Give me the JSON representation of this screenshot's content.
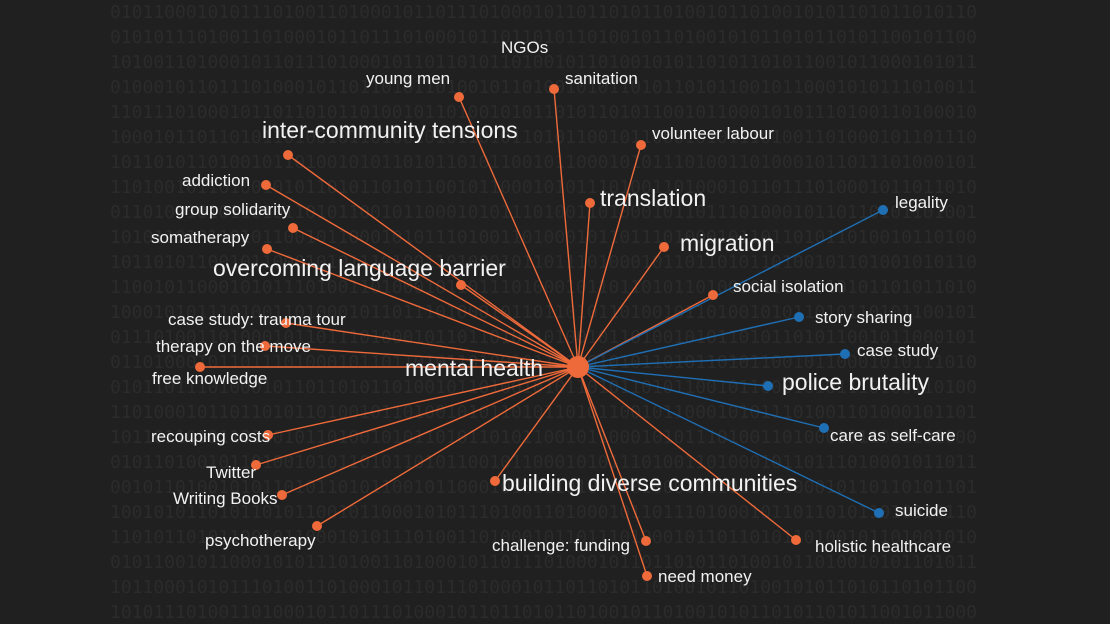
{
  "colors": {
    "background": "#202020",
    "binary_text": "#2b2b2b",
    "group_a": "#ef6a3a",
    "group_b": "#1f6fb5",
    "label": "#f2f2f2"
  },
  "background_text": "01011000101011101001101000101101110100010110110101101001011010010101101011010110",
  "graph": {
    "center": {
      "id": "mental-health",
      "label": "mental health"
    },
    "nodes": [
      {
        "id": "ngos",
        "label": "NGOs",
        "group": "a",
        "size": "s",
        "dot": false
      },
      {
        "id": "young-men",
        "label": "young men",
        "group": "a",
        "size": "s",
        "dot": true
      },
      {
        "id": "sanitation",
        "label": "sanitation",
        "group": "a",
        "size": "s",
        "dot": true
      },
      {
        "id": "inter-community-tensions",
        "label": "inter-community tensions",
        "group": "a",
        "size": "l",
        "dot": true
      },
      {
        "id": "volunteer-labour",
        "label": "volunteer labour",
        "group": "a",
        "size": "s",
        "dot": true
      },
      {
        "id": "addiction",
        "label": "addiction",
        "group": "a",
        "size": "s",
        "dot": true
      },
      {
        "id": "translation",
        "label": "translation",
        "group": "a",
        "size": "l",
        "dot": true
      },
      {
        "id": "group-solidarity",
        "label": "group solidarity",
        "group": "a",
        "size": "s",
        "dot": true
      },
      {
        "id": "somatherapy",
        "label": "somatherapy",
        "group": "a",
        "size": "s",
        "dot": true
      },
      {
        "id": "migration",
        "label": "migration",
        "group": "a",
        "size": "l",
        "dot": true
      },
      {
        "id": "overcoming-language-barrier",
        "label": "overcoming language barrier",
        "group": "a",
        "size": "l",
        "dot": true
      },
      {
        "id": "social-isolation",
        "label": "social isolation",
        "group": "a",
        "size": "s",
        "dot": true
      },
      {
        "id": "case-study-trauma-tour",
        "label": "case study: trauma tour",
        "group": "a",
        "size": "s",
        "dot": true
      },
      {
        "id": "therapy-on-the-move",
        "label": "therapy on the move",
        "group": "a",
        "size": "s",
        "dot": true
      },
      {
        "id": "free-knowledge",
        "label": "free knowledge",
        "group": "a",
        "size": "s",
        "dot": true
      },
      {
        "id": "recouping-costs",
        "label": "recouping costs",
        "group": "a",
        "size": "s",
        "dot": true
      },
      {
        "id": "twitter",
        "label": "Twitter",
        "group": "a",
        "size": "s",
        "dot": true
      },
      {
        "id": "writing-books",
        "label": "Writing Books",
        "group": "a",
        "size": "s",
        "dot": true
      },
      {
        "id": "psychotherapy",
        "label": "psychotherapy",
        "group": "a",
        "size": "s",
        "dot": true
      },
      {
        "id": "building-diverse-communities",
        "label": "building diverse communities",
        "group": "a",
        "size": "l",
        "dot": true
      },
      {
        "id": "challenge-funding",
        "label": "challenge: funding",
        "group": "a",
        "size": "s",
        "dot": true
      },
      {
        "id": "need-money",
        "label": "need money",
        "group": "a",
        "size": "s",
        "dot": true
      },
      {
        "id": "holistic-healthcare",
        "label": "holistic healthcare",
        "group": "a",
        "size": "s",
        "dot": true
      },
      {
        "id": "legality",
        "label": "legality",
        "group": "b",
        "size": "s",
        "dot": true
      },
      {
        "id": "story-sharing",
        "label": "story sharing",
        "group": "b",
        "size": "s",
        "dot": true
      },
      {
        "id": "case-study",
        "label": "case study",
        "group": "b",
        "size": "s",
        "dot": true
      },
      {
        "id": "police-brutality",
        "label": "police brutality",
        "group": "b",
        "size": "l",
        "dot": true
      },
      {
        "id": "care-as-self-care",
        "label": "care as self-care",
        "group": "b",
        "size": "s",
        "dot": true
      },
      {
        "id": "suicide",
        "label": "suicide",
        "group": "b",
        "size": "s",
        "dot": true
      }
    ]
  }
}
